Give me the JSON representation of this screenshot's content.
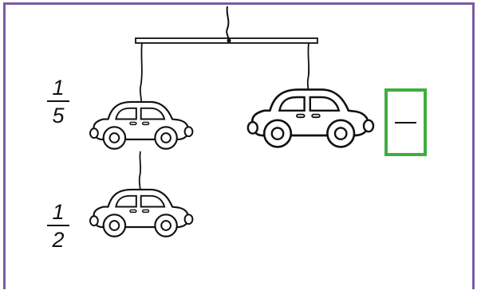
{
  "figure": {
    "frame_color": "#7b5aa6",
    "answer_box_color": "#3fae3f",
    "items": [
      {
        "id": "car-top-left",
        "fraction": {
          "numerator": "1",
          "denominator": "5"
        }
      },
      {
        "id": "car-bottom-left",
        "fraction": {
          "numerator": "1",
          "denominator": "2"
        }
      },
      {
        "id": "car-right",
        "fraction": {
          "numerator": "",
          "denominator": ""
        },
        "icon": "car-icon"
      }
    ],
    "answer_box": {
      "value": "—"
    }
  }
}
